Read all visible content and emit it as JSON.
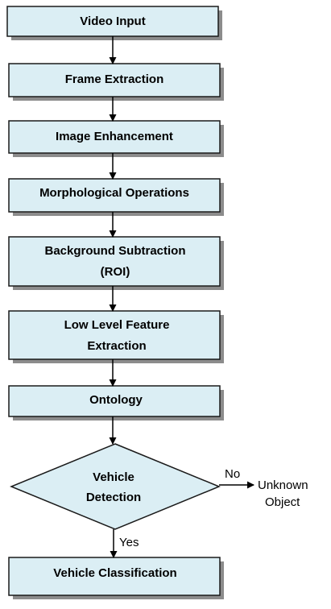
{
  "nodes": {
    "video_input": "Video Input",
    "frame_extraction": "Frame Extraction",
    "image_enhancement": "Image Enhancement",
    "morphological_operations": "Morphological Operations",
    "background_subtraction": [
      "Background Subtraction",
      "(ROI)"
    ],
    "low_level_feature": [
      "Low Level Feature",
      "Extraction"
    ],
    "ontology": "Ontology",
    "vehicle_detection": [
      "Vehicle",
      "Detection"
    ],
    "vehicle_classification": "Vehicle Classification"
  },
  "edges": {
    "no_label": "No",
    "yes_label": "Yes"
  },
  "outcome": {
    "unknown_object": [
      "Unknown",
      "Object"
    ]
  },
  "colors": {
    "box_fill": "#dbeef4",
    "box_stroke": "#1a1a1a",
    "shadow": "#8c8c8c"
  }
}
